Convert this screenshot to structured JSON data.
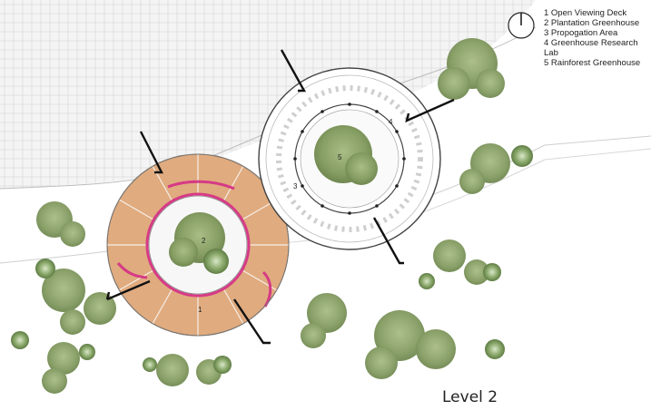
{
  "legend": {
    "items": [
      "1  Open Viewing Deck",
      "2 Plantation Greenhouse",
      "3 Propogation Area",
      "4 Greenhouse Research Lab",
      "5 Rainforest Greenhouse"
    ]
  },
  "level_label": "Level 2",
  "zone_numbers": [
    "1",
    "2",
    "3",
    "4",
    "5"
  ],
  "colors": {
    "deck": "#e0ab7f",
    "accent": "#d63a86",
    "tree": "#8ea66b",
    "tree_dark": "#6e8a4c",
    "paving": "#f2f2f2",
    "line": "#111111"
  },
  "icons": [
    "north-arrow-icon",
    "section-cut-marker"
  ]
}
